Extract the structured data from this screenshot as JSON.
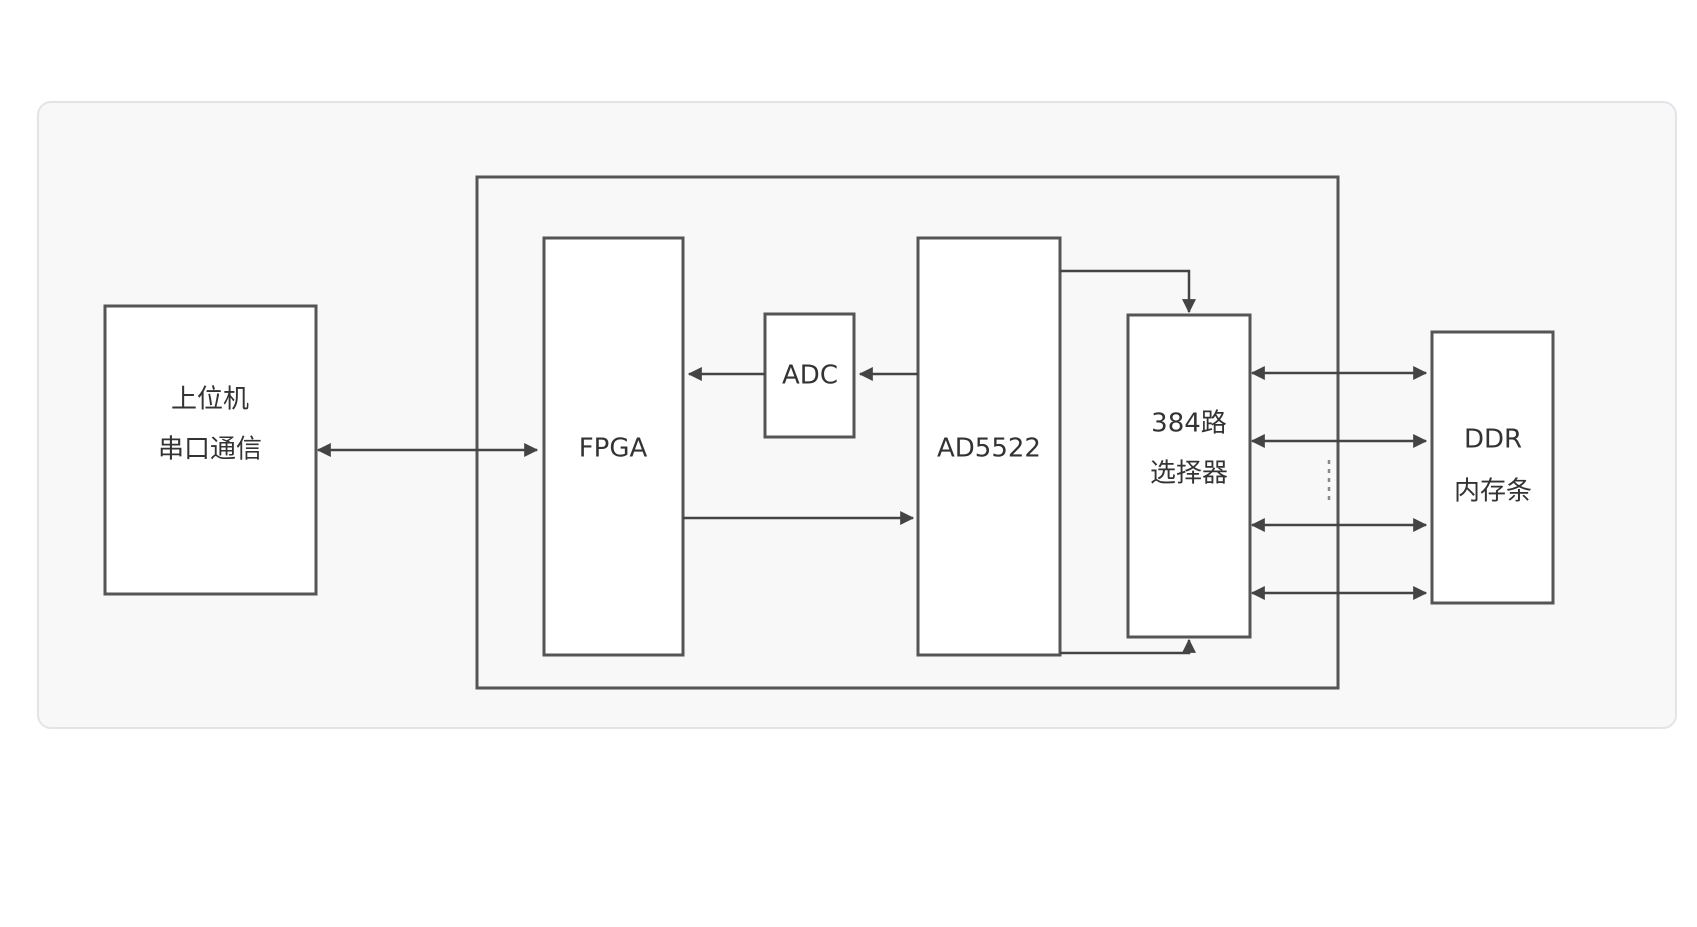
{
  "diagram": {
    "blocks": {
      "host": {
        "line1": "上位机",
        "line2": "串口通信"
      },
      "fpga": {
        "label": "FPGA"
      },
      "adc": {
        "label": "ADC"
      },
      "ad5522": {
        "label": "AD5522"
      },
      "selector": {
        "line1": "384路",
        "line2": "选择器"
      },
      "ddr": {
        "line1": "DDR",
        "line2": "内存条"
      }
    },
    "connections": [
      {
        "from": "host",
        "to": "fpga",
        "direction": "bidirectional"
      },
      {
        "from": "ad5522",
        "to": "adc",
        "direction": "one-way"
      },
      {
        "from": "adc",
        "to": "fpga",
        "direction": "one-way"
      },
      {
        "from": "fpga",
        "to": "ad5522",
        "direction": "one-way"
      },
      {
        "from": "ad5522",
        "to": "selector",
        "direction": "one-way",
        "note": "top"
      },
      {
        "from": "ad5522",
        "to": "selector",
        "direction": "one-way",
        "note": "bottom"
      },
      {
        "from": "selector",
        "to": "ddr",
        "direction": "bidirectional",
        "count_drawn": 4,
        "ellipsis": true
      }
    ],
    "colors": {
      "panel_background": "#f8f8f9",
      "panel_border": "#e3e3ea",
      "stroke": "#555555",
      "text": "#333333"
    }
  }
}
